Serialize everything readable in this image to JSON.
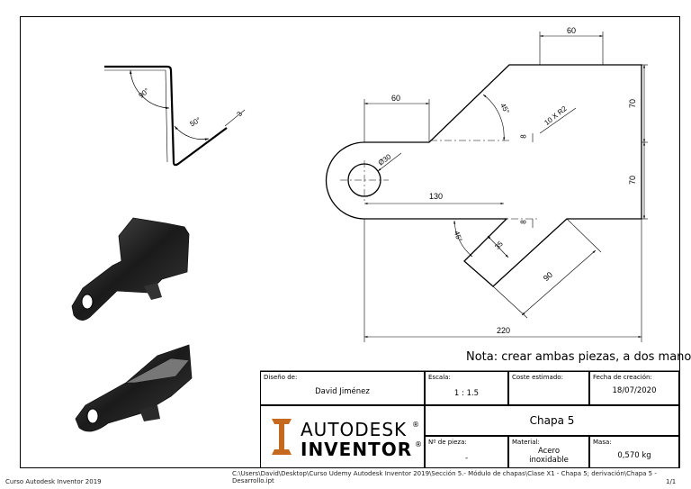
{
  "dimensions": {
    "top_width": "60",
    "left_width": "60",
    "upper_height": "70",
    "lower_height": "70",
    "upper_angle": "45°",
    "lower_angle": "45°",
    "hole_diameter": "Ø30",
    "holes": "10 X R2",
    "slot_top": "8",
    "slot_bottom": "8",
    "hole_offset": "130",
    "total_width": "220",
    "tab_width": "35",
    "tab_length": "90",
    "bend_angle_1": "90°",
    "bend_angle_2": "50°",
    "thickness": "3"
  },
  "note": "Nota: crear ambas piezas, a dos manos.",
  "title_block": {
    "designer_label": "Diseño de:",
    "designer": "David Jiménez",
    "scale_label": "Escala:",
    "scale": "1 : 1.5",
    "cost_label": "Coste estimado:",
    "cost": "",
    "date_label": "Fecha de creación:",
    "date": "18/07/2020",
    "part_title": "Chapa 5",
    "part_no_label": "Nº de pieza:",
    "part_no": "-",
    "material_label": "Material:",
    "material_line1": "Acero",
    "material_line2": "inoxidable",
    "mass_label": "Masa:",
    "mass": "0,570 kg"
  },
  "logo": {
    "brand": "AUTODESK",
    "product": "INVENTOR",
    "reg": "®"
  },
  "footer": {
    "left": "Curso Autodesk Inventor 2019",
    "path": "C:\\Users\\David\\Desktop\\Curso Udemy Autodesk Inventor 2019\\Sección 5.- Módulo de chapas\\Clase X1 - Chapa 5; derivación\\Chapa 5 - Desarrollo.ipt",
    "page": "1/1"
  },
  "colors": {
    "line": "#000000",
    "part": "#1c1c1c",
    "logo_orange": "#c4691e"
  }
}
